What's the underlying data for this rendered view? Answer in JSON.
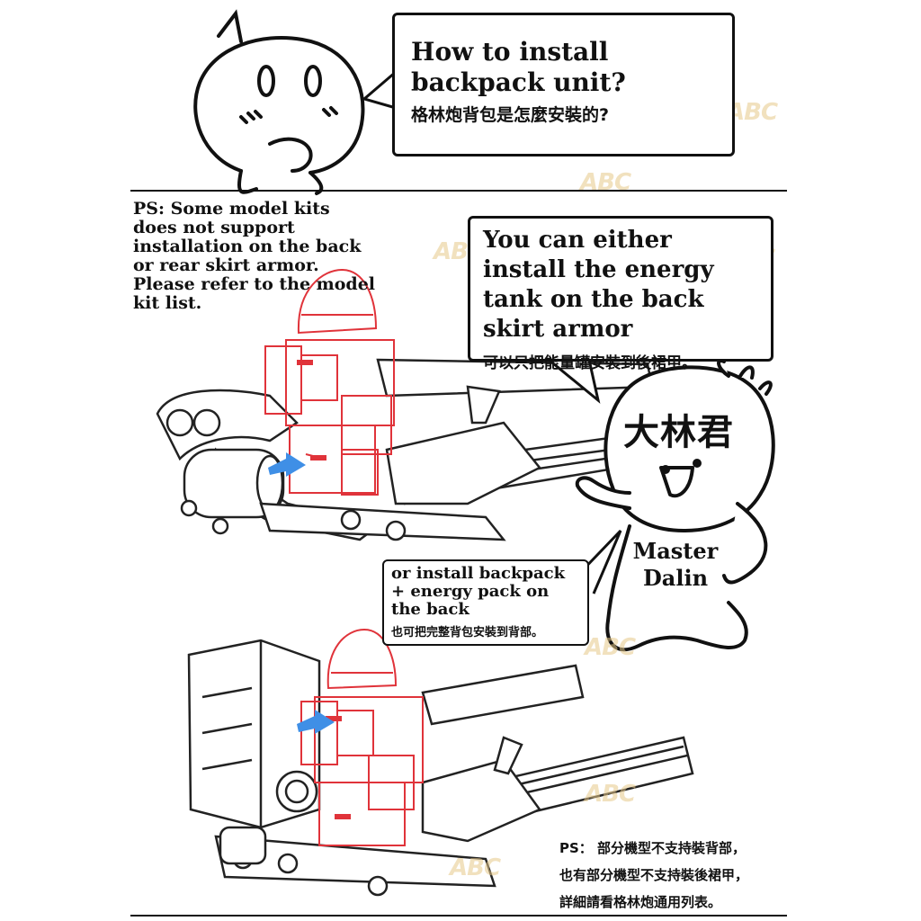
{
  "question": {
    "en": "How to install backpack unit?",
    "zh": "格林炮背包是怎麼安裝的?"
  },
  "ps_note_en": "PS: Some model kits does not support installation on the back or rear skirt armor. Please refer to the model kit list.",
  "answer_1": {
    "en": "You can either install the energy tank on the back skirt armor",
    "zh": "可以只把能量罐安裝到後裙甲。"
  },
  "answer_2": {
    "en": "or install backpack + energy pack on the back",
    "zh": "也可把完整背包安裝到背部。"
  },
  "mascot": {
    "head_text": "大林君",
    "name_en": "Master Dalin"
  },
  "ps_note_zh": {
    "line1": "PS： 部分機型不支持裝背部，",
    "line2": "也有部分機型不支持裝後裙甲，",
    "line3": "詳細請看格林炮通用列表。"
  },
  "watermark": "ABC",
  "colors": {
    "ink": "#111111",
    "robot_outline": "#e0333a",
    "arrow": "#3f8fe6",
    "watermark": "#e7c98a"
  }
}
